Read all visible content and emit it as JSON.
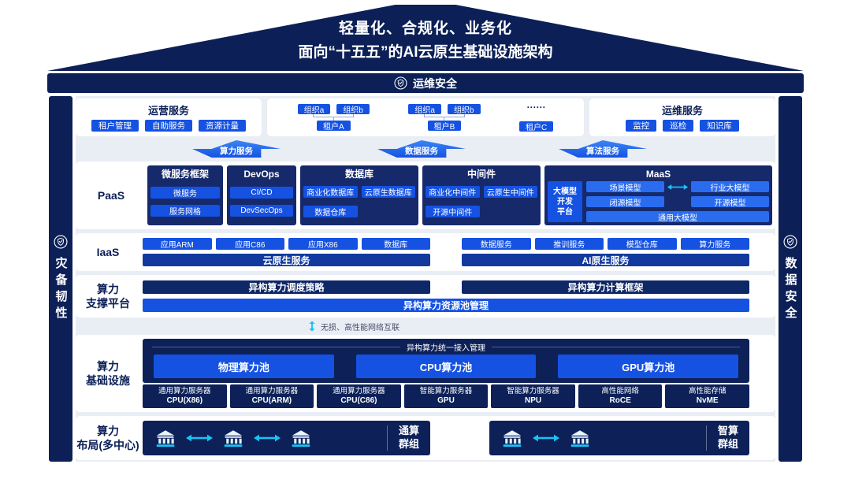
{
  "colors": {
    "navy": "#0C2057",
    "group_navy": "#15296B",
    "box_navy": "#0D2158",
    "primary_blue": "#1552E2",
    "light_blue": "#2A6CF0",
    "deep_blue": "#123A9E",
    "cyan": "#19C3F5",
    "canvas_gray": "#E9EDF4"
  },
  "icons": {
    "security": "shield-check-icon",
    "building": "bank-icon",
    "horizontal_link": "double-arrow-icon",
    "vertical_link": "vertical-double-arrow-icon"
  },
  "roof": {
    "line1": "轻量化、合规化、业务化",
    "line2": "面向“十五五”的AI云原生基础设施架构"
  },
  "security_top": {
    "label": "运维安全"
  },
  "side_left": {
    "label": "灾备韧性"
  },
  "side_right": {
    "label": "数据安全"
  },
  "row1": {
    "ops": {
      "title": "运营服务",
      "items": [
        "租户管理",
        "自助服务",
        "资源计量"
      ]
    },
    "tenants": {
      "groups": [
        {
          "orgs": [
            "组织a",
            "组织b"
          ],
          "tenant": "租户A"
        },
        {
          "orgs": [
            "组织a",
            "组织b"
          ],
          "tenant": "租户B"
        },
        {
          "dots": "······",
          "tenant": "租户C"
        }
      ]
    },
    "maint": {
      "title": "运维服务",
      "items": [
        "监控",
        "巡检",
        "知识库"
      ]
    }
  },
  "service_arrows": [
    "算力服务",
    "数据服务",
    "算法服务"
  ],
  "paas": {
    "label": "PaaS",
    "groups": [
      {
        "title": "微服务框架",
        "items": [
          "微服务",
          "服务网格"
        ]
      },
      {
        "title": "DevOps",
        "items": [
          "CI/CD",
          "DevSecOps"
        ]
      },
      {
        "title": "数据库",
        "items": [
          "商业化数据库",
          "云原生数据库",
          "数据仓库"
        ]
      },
      {
        "title": "中间件",
        "items": [
          "商业化中间件",
          "云原生中间件",
          "开源中间件"
        ]
      },
      {
        "title": "MaaS",
        "platform_lines": [
          "大模型",
          "开发",
          "平台"
        ],
        "cells": {
          "scene": "场景模型",
          "industry": "行业大模型",
          "closed": "闭源模型",
          "open": "开源模型",
          "general": "通用大模型"
        }
      }
    ]
  },
  "iaas": {
    "label": "IaaS",
    "left": {
      "items": [
        "应用ARM",
        "应用C86",
        "应用X86",
        "数据库"
      ],
      "bar": "云原生服务"
    },
    "right": {
      "items": [
        "数据服务",
        "推训服务",
        "模型仓库",
        "算力服务"
      ],
      "bar": "AI原生服务"
    }
  },
  "support": {
    "label_lines": [
      "算力",
      "支撑平台"
    ],
    "left_bar": "异构算力调度策略",
    "right_bar": "异构算力计算框架",
    "bottom_bar": "异构算力资源池管理"
  },
  "interconnect": {
    "label": "无损、高性能网络互联"
  },
  "infra": {
    "label_lines": [
      "算力",
      "基础设施"
    ],
    "access_mgmt": "异构算力统一接入管理",
    "pools": [
      "物理算力池",
      "CPU算力池",
      "GPU算力池"
    ],
    "servers": [
      {
        "name": "通用算力服务器",
        "spec": "CPU(X86)"
      },
      {
        "name": "通用算力服务器",
        "spec": "CPU(ARM)"
      },
      {
        "name": "通用算力服务器",
        "spec": "CPU(C86)"
      },
      {
        "name": "智能算力服务器",
        "spec": "GPU"
      },
      {
        "name": "智能算力服务器",
        "spec": "NPU"
      },
      {
        "name": "高性能网络",
        "spec": "RoCE"
      },
      {
        "name": "高性能存储",
        "spec": "NvME"
      }
    ]
  },
  "layout": {
    "label_lines": [
      "算力",
      "布局(多中心)"
    ],
    "general_group": {
      "label_lines": [
        "通算",
        "群组"
      ],
      "buildings": 3
    },
    "intelligent_group": {
      "label_lines": [
        "智算",
        "群组"
      ],
      "buildings": 2
    }
  }
}
